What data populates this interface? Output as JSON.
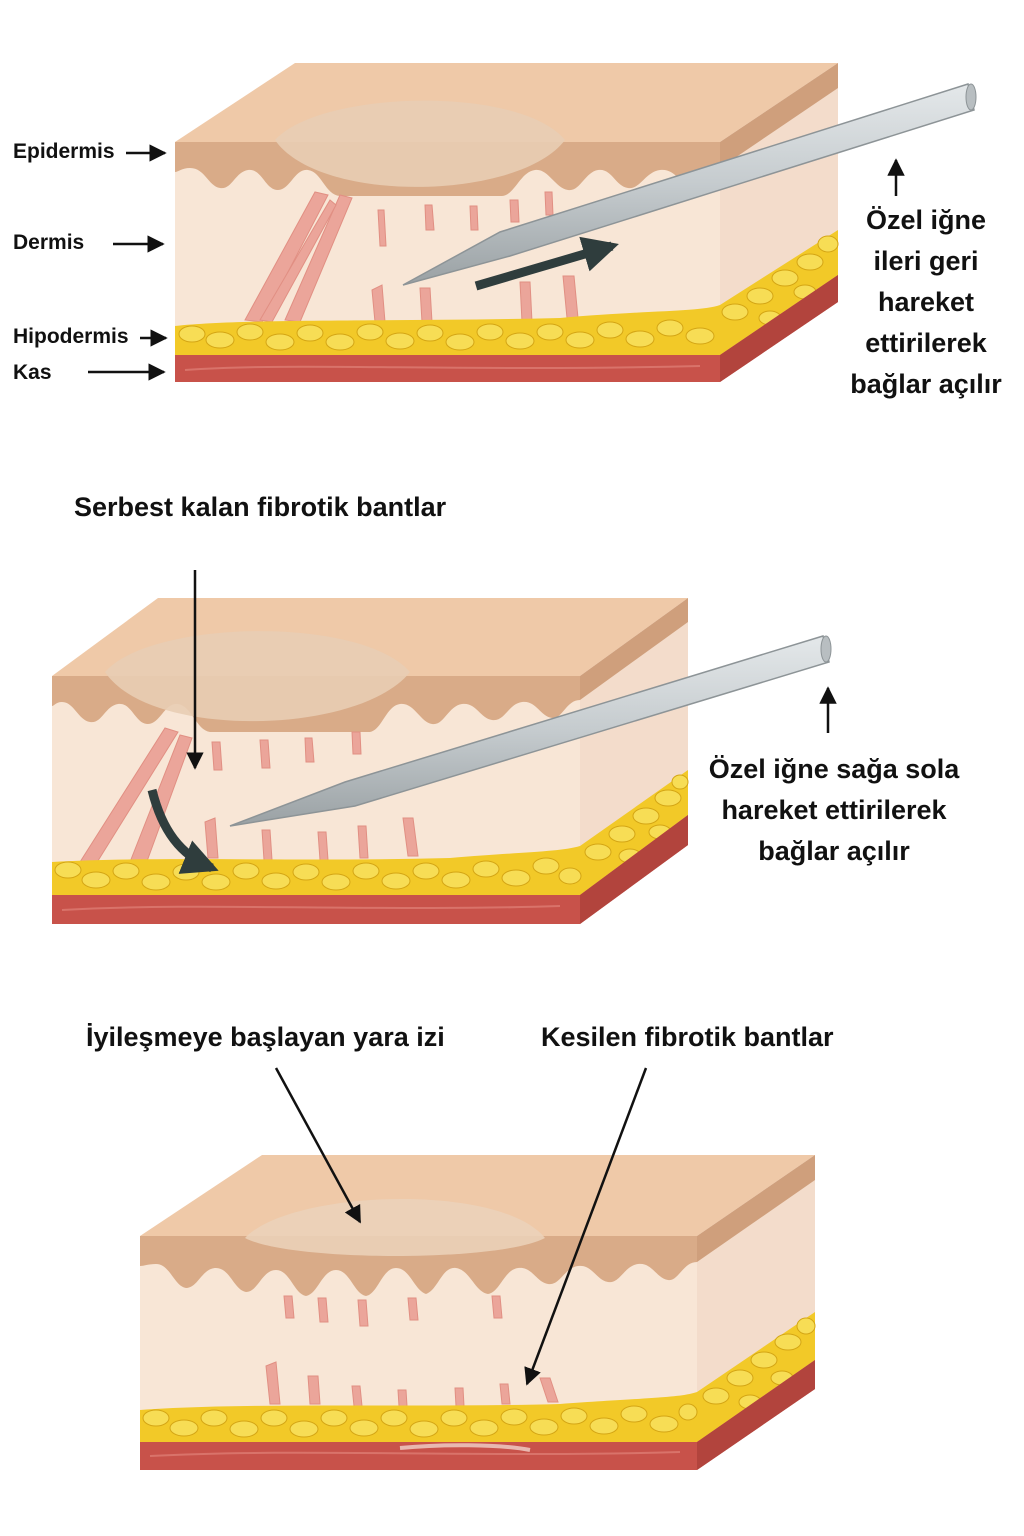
{
  "layers": {
    "epidermis": "Epidermis",
    "dermis": "Dermis",
    "hypodermis": "Hipodermis",
    "muscle": "Kas"
  },
  "panel1": {
    "note": [
      "Özel iğne",
      "ileri geri",
      "hareket",
      "ettirilerek",
      "bağlar açılır"
    ]
  },
  "panel2": {
    "label": "Serbest kalan fibrotik bantlar",
    "note": [
      "Özel iğne sağa sola",
      "hareket ettirilerek",
      "bağlar açılır"
    ]
  },
  "panel3": {
    "label_left": "İyileşmeye başlayan yara izi",
    "label_right": "Kesilen fibrotik bantlar"
  },
  "colors": {
    "skin_top": "#efc9a8",
    "epidermis": "#d9ab88",
    "dermis": "#f8e6d6",
    "fat": "#f2c928",
    "muscle": "#c8524a",
    "band": "#eba59a",
    "needle": "#c9ced0",
    "arrow": "#2f3d3d"
  }
}
